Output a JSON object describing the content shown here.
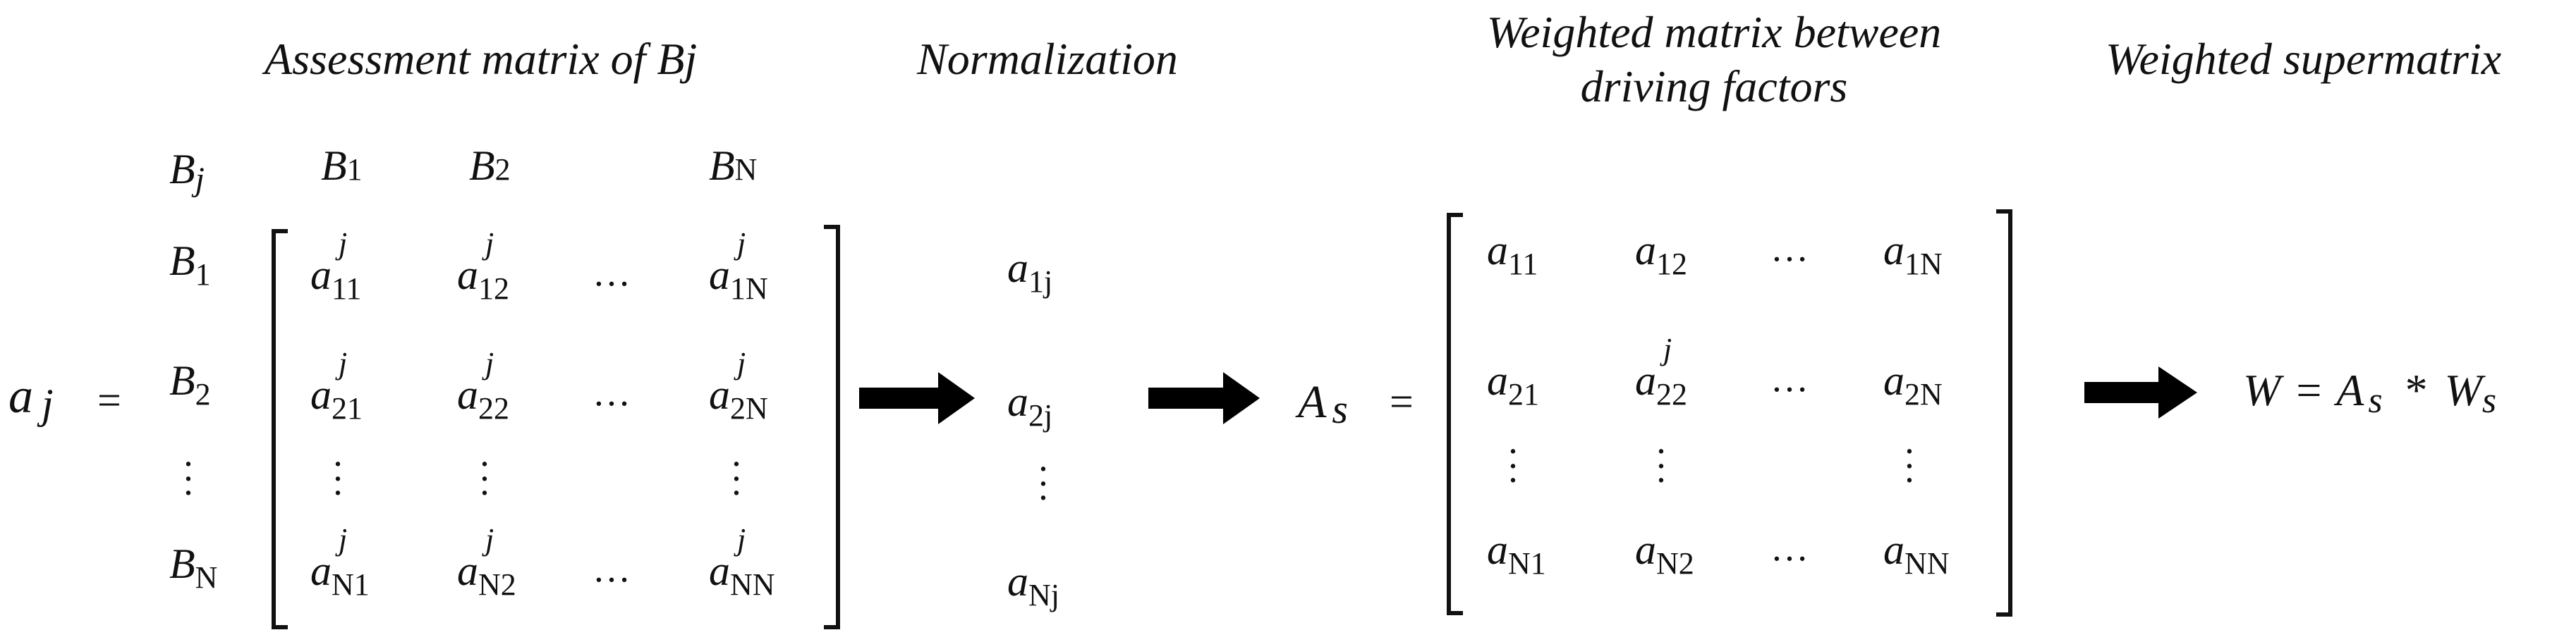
{
  "headers": {
    "assessment": "Assessment matrix of Bj",
    "normalization": "Normalization",
    "weighted_between": "Weighted matrix between driving factors",
    "weighted_super": "Weighted supermatrix"
  },
  "assessment": {
    "lhs_base": "a",
    "lhs_sub": "j",
    "equals": "=",
    "corner_label": "B",
    "corner_sub": "j",
    "col_heads": [
      {
        "base": "B",
        "sub": "1"
      },
      {
        "base": "B",
        "sub": "2"
      },
      {
        "base": "B",
        "sub": "N"
      }
    ],
    "row_heads": [
      {
        "base": "B",
        "sub": "1"
      },
      {
        "base": "B",
        "sub": "2"
      },
      {
        "base": "",
        "sub": ""
      },
      {
        "base": "B",
        "sub": "N"
      }
    ],
    "cells": [
      [
        {
          "b": "a",
          "sub": "11",
          "sup": "j"
        },
        {
          "b": "a",
          "sub": "12",
          "sup": "j"
        },
        {
          "b": "…",
          "sub": "",
          "sup": ""
        },
        {
          "b": "a",
          "sub": "1N",
          "sup": "j"
        }
      ],
      [
        {
          "b": "a",
          "sub": "21",
          "sup": "j"
        },
        {
          "b": "a",
          "sub": "22",
          "sup": "j"
        },
        {
          "b": "…",
          "sub": "",
          "sup": ""
        },
        {
          "b": "a",
          "sub": "2N",
          "sup": "j"
        }
      ],
      [
        {
          "b": "⋮",
          "sub": "",
          "sup": ""
        },
        {
          "b": "⋮",
          "sub": "",
          "sup": ""
        },
        {
          "b": "",
          "sub": "",
          "sup": ""
        },
        {
          "b": "⋮",
          "sub": "",
          "sup": ""
        }
      ],
      [
        {
          "b": "a",
          "sub": "N1",
          "sup": "j"
        },
        {
          "b": "a",
          "sub": "N2",
          "sup": "j"
        },
        {
          "b": "…",
          "sub": "",
          "sup": ""
        },
        {
          "b": "a",
          "sub": "NN",
          "sup": "j"
        }
      ]
    ]
  },
  "normalization_items": [
    {
      "b": "a",
      "sub": "1j"
    },
    {
      "b": "a",
      "sub": "2j"
    },
    {
      "b": "⋮",
      "sub": ""
    },
    {
      "b": "a",
      "sub": "Nj"
    }
  ],
  "weighted_matrix": {
    "lhs_base": "A",
    "lhs_sub": "s",
    "equals": "=",
    "cells": [
      [
        {
          "b": "a",
          "sub": "11",
          "sup": ""
        },
        {
          "b": "a",
          "sub": "12",
          "sup": ""
        },
        {
          "b": "…",
          "sub": "",
          "sup": ""
        },
        {
          "b": "a",
          "sub": "1N",
          "sup": ""
        }
      ],
      [
        {
          "b": "a",
          "sub": "21",
          "sup": ""
        },
        {
          "b": "a",
          "sub": "22",
          "sup": "j"
        },
        {
          "b": "…",
          "sub": "",
          "sup": ""
        },
        {
          "b": "a",
          "sub": "2N",
          "sup": ""
        }
      ],
      [
        {
          "b": "⋮",
          "sub": "",
          "sup": ""
        },
        {
          "b": "⋮",
          "sub": "",
          "sup": ""
        },
        {
          "b": "",
          "sub": "",
          "sup": ""
        },
        {
          "b": "⋮",
          "sub": "",
          "sup": ""
        }
      ],
      [
        {
          "b": "a",
          "sub": "N1",
          "sup": ""
        },
        {
          "b": "a",
          "sub": "N2",
          "sup": ""
        },
        {
          "b": "…",
          "sub": "",
          "sup": ""
        },
        {
          "b": "a",
          "sub": "NN",
          "sup": ""
        }
      ]
    ]
  },
  "supermatrix_formula": {
    "w": "W",
    "eq": "=",
    "a_base": "A",
    "a_sub": "s",
    "star": "*",
    "w2_base": "W",
    "w2_sub": "s"
  }
}
